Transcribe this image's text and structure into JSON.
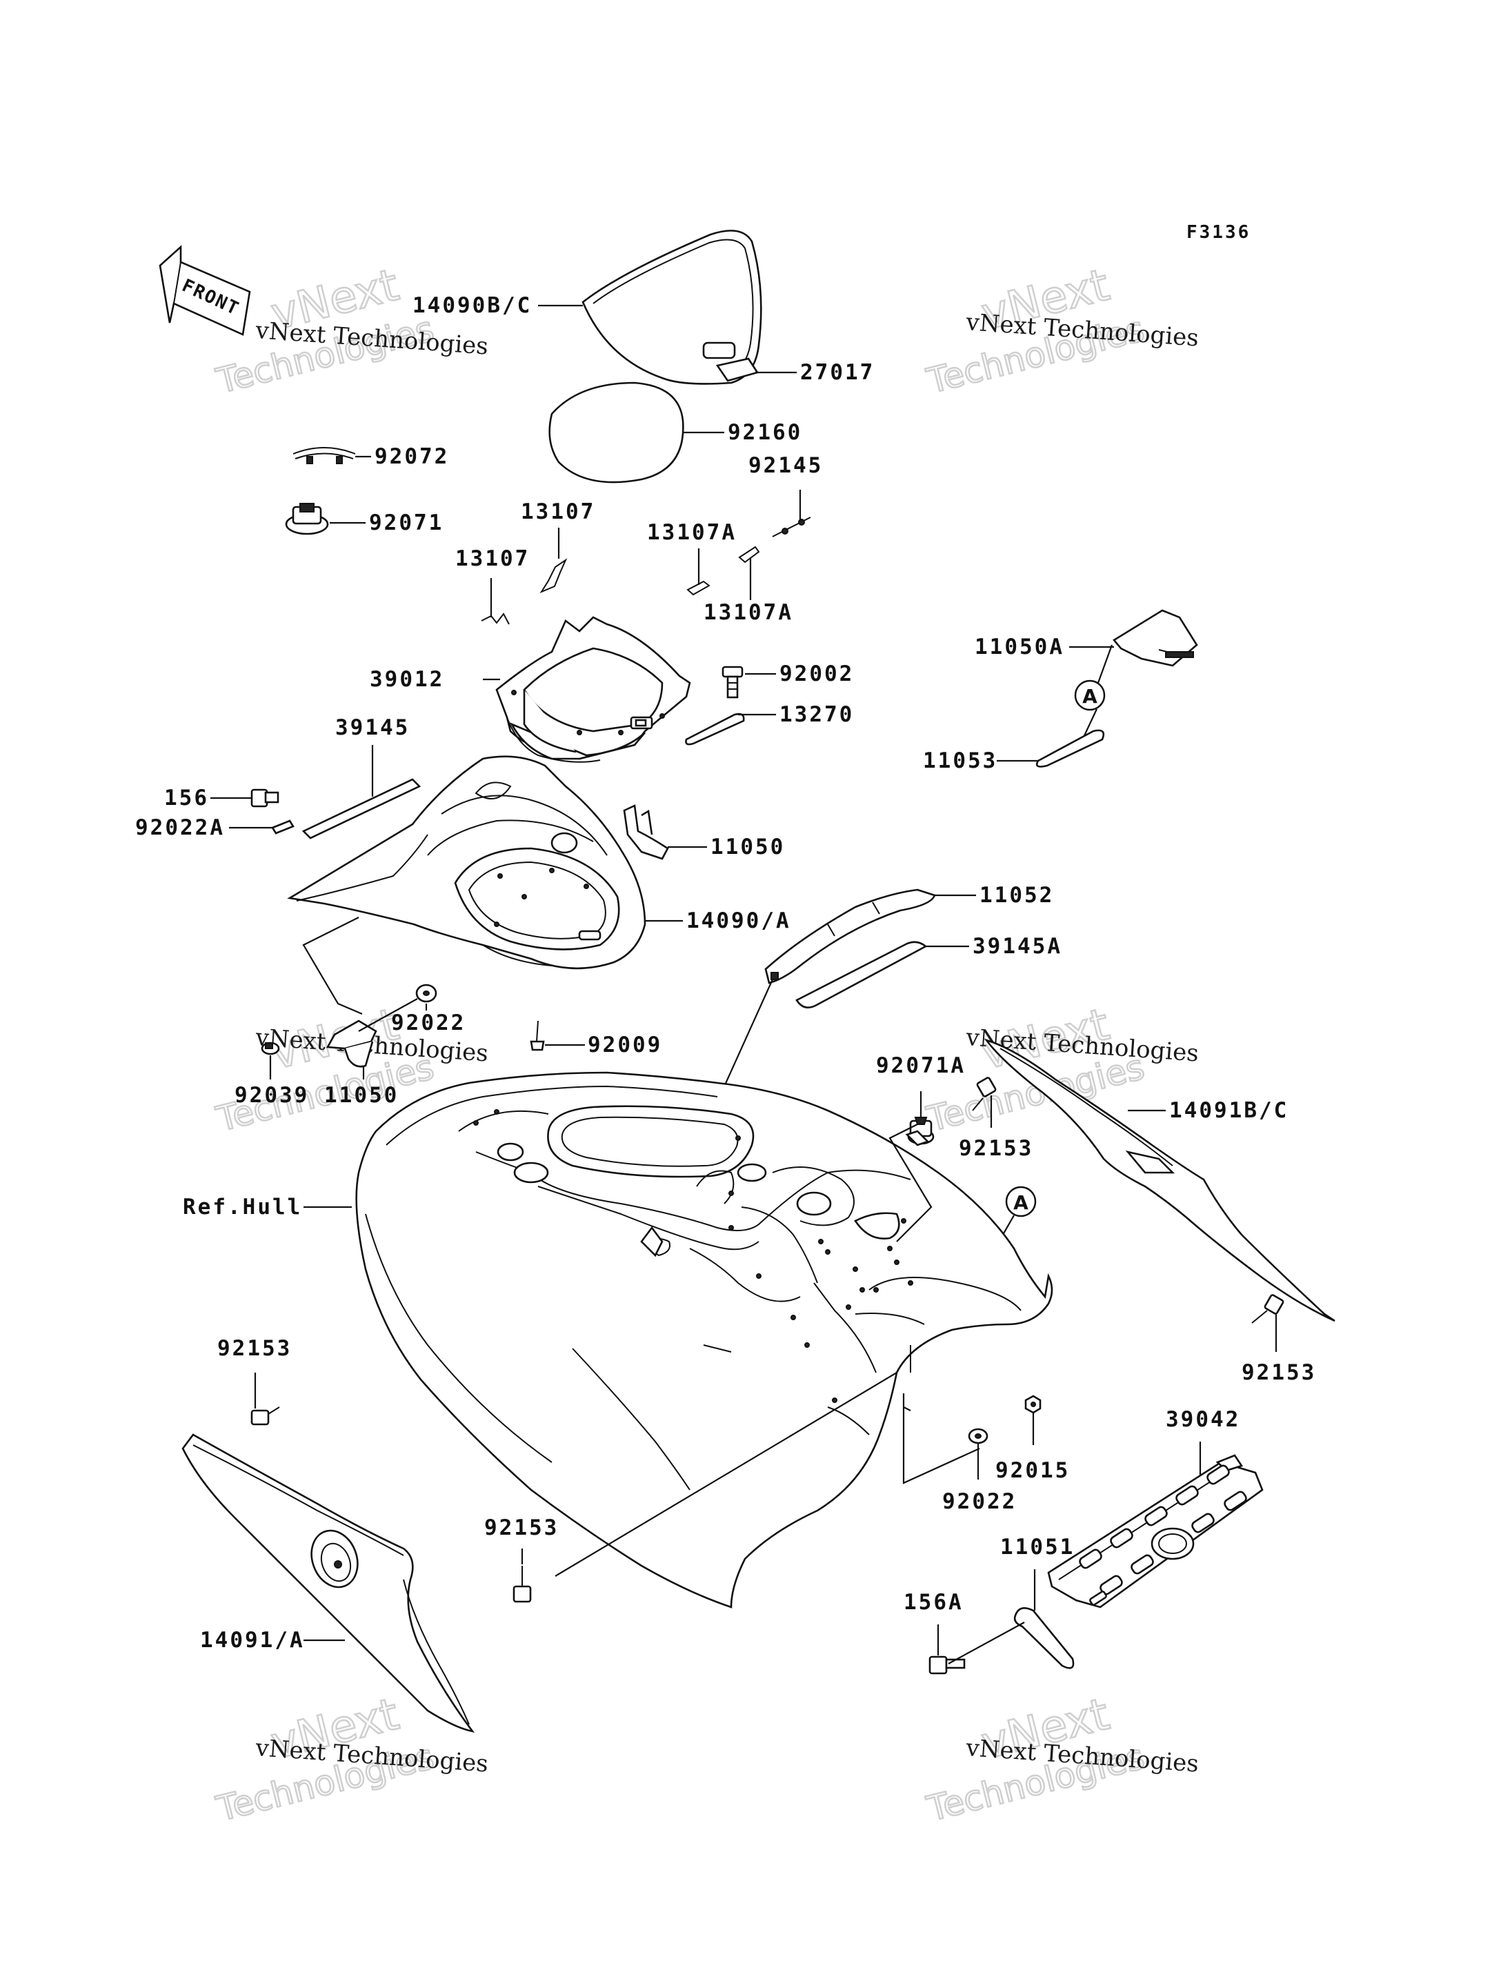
{
  "figure_code": "F3136",
  "front_marker": "FRONT",
  "reference_marker": "A",
  "watermarks": [
    {
      "line1": "vNext Technologies",
      "line2": "vNext",
      "line3": "Technologies"
    },
    {
      "line1": "vNext Technologies",
      "line2": "vNext",
      "line3": "Technologies"
    },
    {
      "line1": "vNext Technologies",
      "line2": "vNext",
      "line3": "Technologies"
    },
    {
      "line1": "vNext Technologies",
      "line2": "vNext",
      "line3": "Technologies"
    },
    {
      "line1": "vNext Technologies",
      "line2": "vNext",
      "line3": "Technologies"
    },
    {
      "line1": "vNext Technologies",
      "line2": "vNext",
      "line3": "Technologies"
    }
  ],
  "labels": {
    "p14090bc": "14090B/C",
    "p27017": "27017",
    "p92160": "92160",
    "p92072": "92072",
    "p92071": "92071",
    "p13107_a": "13107",
    "p13107_b": "13107",
    "p13107A_a": "13107A",
    "p13107A_b": "13107A",
    "p92145": "92145",
    "p39012": "39012",
    "p92002": "92002",
    "p13270": "13270",
    "p11050A": "11050A",
    "p11053": "11053",
    "p39145": "39145",
    "p156": "156",
    "p92022A": "92022A",
    "p11050_a": "11050",
    "p14090A": "14090/A",
    "p11052": "11052",
    "p39145A": "39145A",
    "p92022_a": "92022",
    "p92009": "92009",
    "p92039": "92039",
    "p11050_b": "11050",
    "p92071A": "92071A",
    "p14091BC": "14091B/C",
    "p92153_a": "92153",
    "refhull": "Ref.Hull",
    "p92153_b": "92153",
    "p92153_c": "92153",
    "p39042": "39042",
    "p92015": "92015",
    "p92022_b": "92022",
    "p11051": "11051",
    "p92153_d": "92153",
    "p156A": "156A",
    "p14091A": "14091/A"
  }
}
